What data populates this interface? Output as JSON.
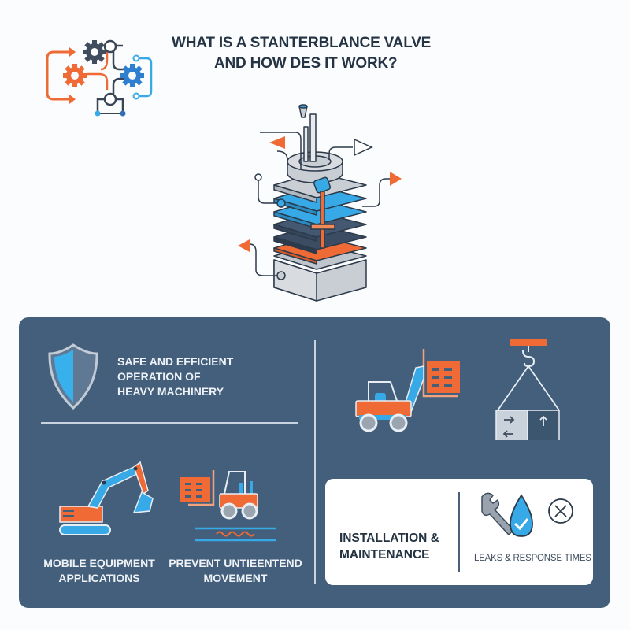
{
  "header": {
    "title_line1": "WHAT IS A STANTERBLANCE VALVE",
    "title_line2": "AND HOW DES IT WORK?",
    "logo_icon": "gears-network-icon"
  },
  "illustration": {
    "name": "stacked-valve-diagram",
    "arrows": [
      "orange-arrow-left",
      "outline-arrow-right",
      "orange-arrow-right",
      "orange-arrow-left-bottom"
    ]
  },
  "panel": {
    "background": "#435f7c",
    "features": [
      {
        "icon": "shield-icon",
        "label": "SAFE AND EFFICIENT OPERATION OF HEAVY MACHINERY",
        "lines": [
          "SAFE AND EFFICIENT",
          "OPERATION OF",
          "HEAVY MACHINERY"
        ]
      },
      {
        "icon": "excavator-icon",
        "lines": [
          "MOBILE EQUIPMENT",
          "APPLICATIONS"
        ]
      },
      {
        "icon": "forklift-wave-icon",
        "lines": [
          "PREVENT UNTIEENTEND",
          "MOVEMENT"
        ]
      },
      {
        "icon": "forklift-lift-icon"
      },
      {
        "icon": "crane-load-icon"
      }
    ],
    "card": {
      "title_lines": [
        "INSTALLATION &",
        "MAINTENANCE"
      ],
      "subtitle": "LEAKS & RESPONSE TIMES",
      "icons": [
        "wrench-droplet-check-icon",
        "close-circle-icon"
      ]
    }
  },
  "colors": {
    "orange": "#ef6a35",
    "blue": "#37a9e6",
    "dark": "#243444",
    "panel": "#435f7c",
    "gray": "#c9ced4"
  }
}
